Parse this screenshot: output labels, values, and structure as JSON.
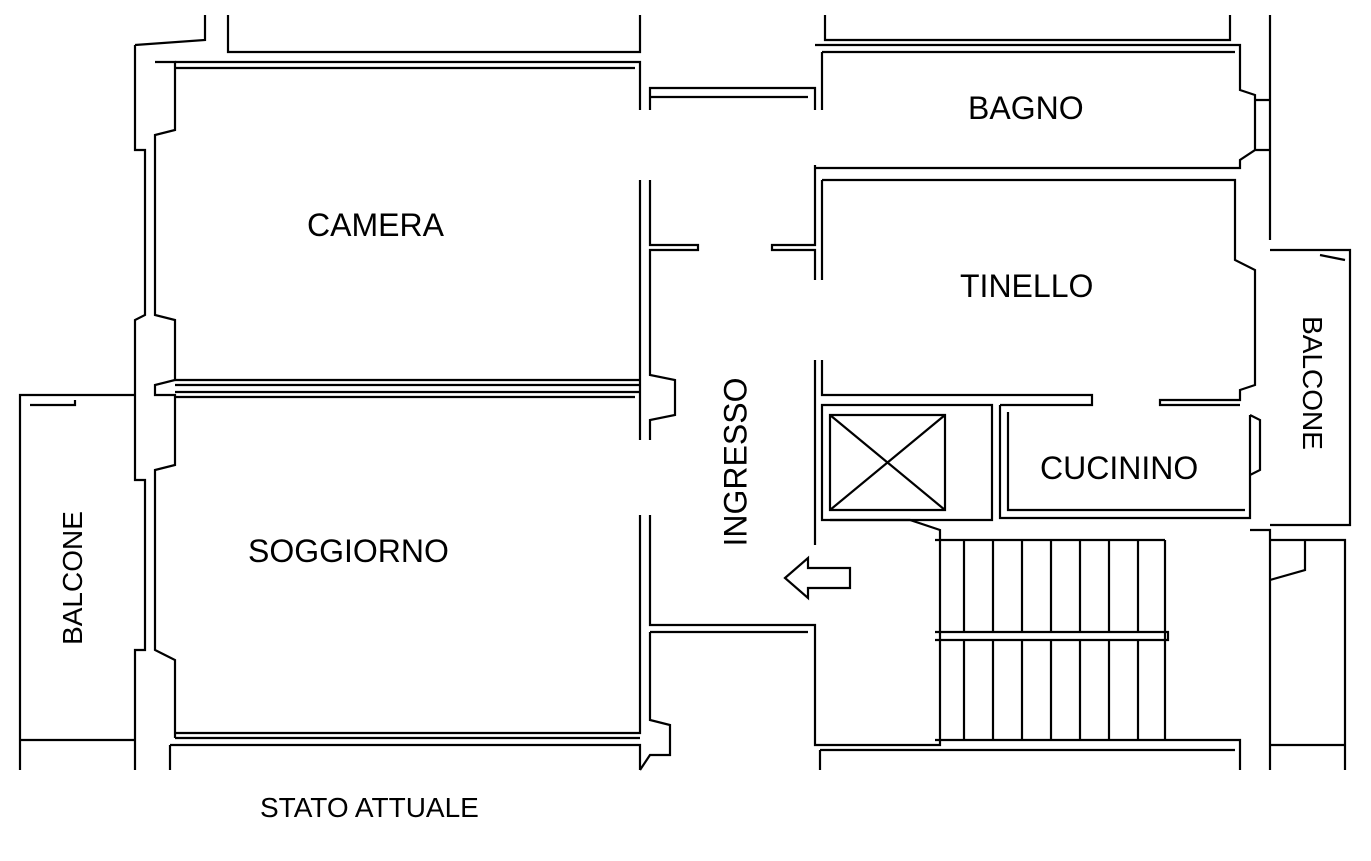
{
  "plan": {
    "rooms": {
      "bagno": "BAGNO",
      "camera": "CAMERA",
      "tinello": "TINELLO",
      "balcone_right": "BALCONE",
      "cucinino": "CUCININO",
      "ingresso": "INGRESSO",
      "soggiorno": "SOGGIORNO",
      "balcone_left": "BALCONE"
    },
    "caption": "STATO ATTUALE"
  }
}
